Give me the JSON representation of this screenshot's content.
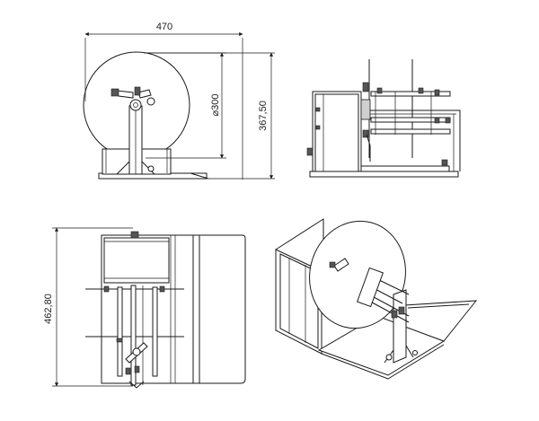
{
  "dimensions": {
    "width_top": "470",
    "diameter": "⌀300",
    "height_front": "367,50",
    "depth_top": "462,80"
  }
}
